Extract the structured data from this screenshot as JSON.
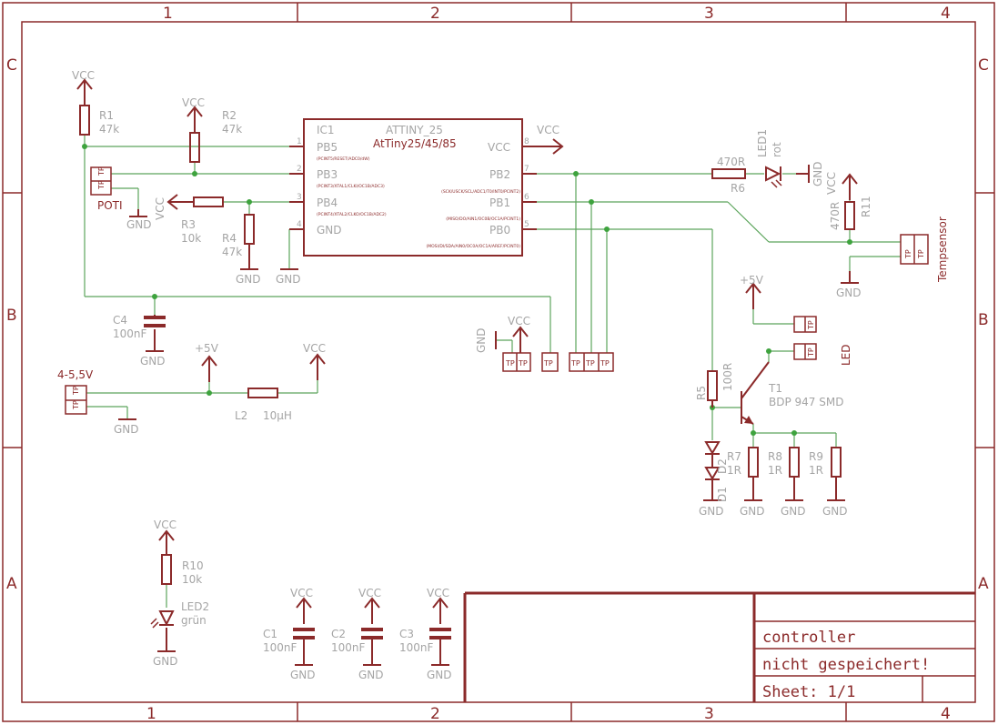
{
  "frame": {
    "columns": [
      "1",
      "2",
      "3",
      "4"
    ],
    "rows": [
      "C",
      "B",
      "A"
    ]
  },
  "title_block": {
    "title": "controller",
    "status": "nicht gespeichert!",
    "sheet": "Sheet: 1/1"
  },
  "ic": {
    "name": "IC1",
    "value": "ATTINY_25",
    "desc": "AtTiny25/45/85",
    "pins_left": [
      {
        "num": "1",
        "name": "PB5",
        "func": "(PCINT5/RESET/ADC0/dW)"
      },
      {
        "num": "2",
        "name": "PB3",
        "func": "(PCINT3/XTAL1/CLKI/OC1B/ADC3)"
      },
      {
        "num": "3",
        "name": "PB4",
        "func": "(PCINT4/XTAL2/CLKO/OC1B/ADC2)"
      },
      {
        "num": "4",
        "name": "GND",
        "func": ""
      }
    ],
    "pins_right": [
      {
        "num": "8",
        "name": "VCC",
        "func": ""
      },
      {
        "num": "7",
        "name": "PB2",
        "func": "(SCK/USCK/SCL/ADC1/T0/INT0/PCINT2)"
      },
      {
        "num": "6",
        "name": "PB1",
        "func": "(MISO/DO/AIN1/OC0B/OC1A/PCINT1)"
      },
      {
        "num": "5",
        "name": "PB0",
        "func": "(MOSI/DI/SDA/AIN0/OC0A/OC1A/AREF/PCINT0)"
      }
    ]
  },
  "labels": {
    "vcc": "VCC",
    "gnd": "GND",
    "plus5v": "+5V",
    "tp": "TP",
    "r1": "R1",
    "r1v": "47k",
    "r2": "R2",
    "r2v": "47k",
    "r3": "R3",
    "r3v": "10k",
    "r4": "R4",
    "r4v": "47k",
    "r5": "R5",
    "r5v": "100R",
    "r6": "R6",
    "r6v": "470R",
    "r7": "R7",
    "r7v": "1R",
    "r8": "R8",
    "r8v": "1R",
    "r9": "R9",
    "r9v": "1R",
    "r10": "R10",
    "r10v": "10k",
    "r11": "R11",
    "r11v": "470R",
    "c1": "C1",
    "c1v": "100nF",
    "c2": "C2",
    "c2v": "100nF",
    "c3": "C3",
    "c3v": "100nF",
    "c4": "C4",
    "c4v": "100nF",
    "l2": "L2",
    "l2v": "10µH",
    "led1": "LED1",
    "led1v": "rot",
    "led2": "LED2",
    "led2v": "grün",
    "d1": "D1",
    "d2": "D2",
    "t1": "T1",
    "t1v": "BDP 947 SMD",
    "poti": "POTI",
    "tempsensor": "Tempsensor",
    "led": "LED",
    "supply": "4-5,5V"
  },
  "colors": {
    "symbol": "#8b2a2a",
    "wire": "#5ca55c",
    "junction": "#3ea33e",
    "text": "#a5a5a5"
  }
}
